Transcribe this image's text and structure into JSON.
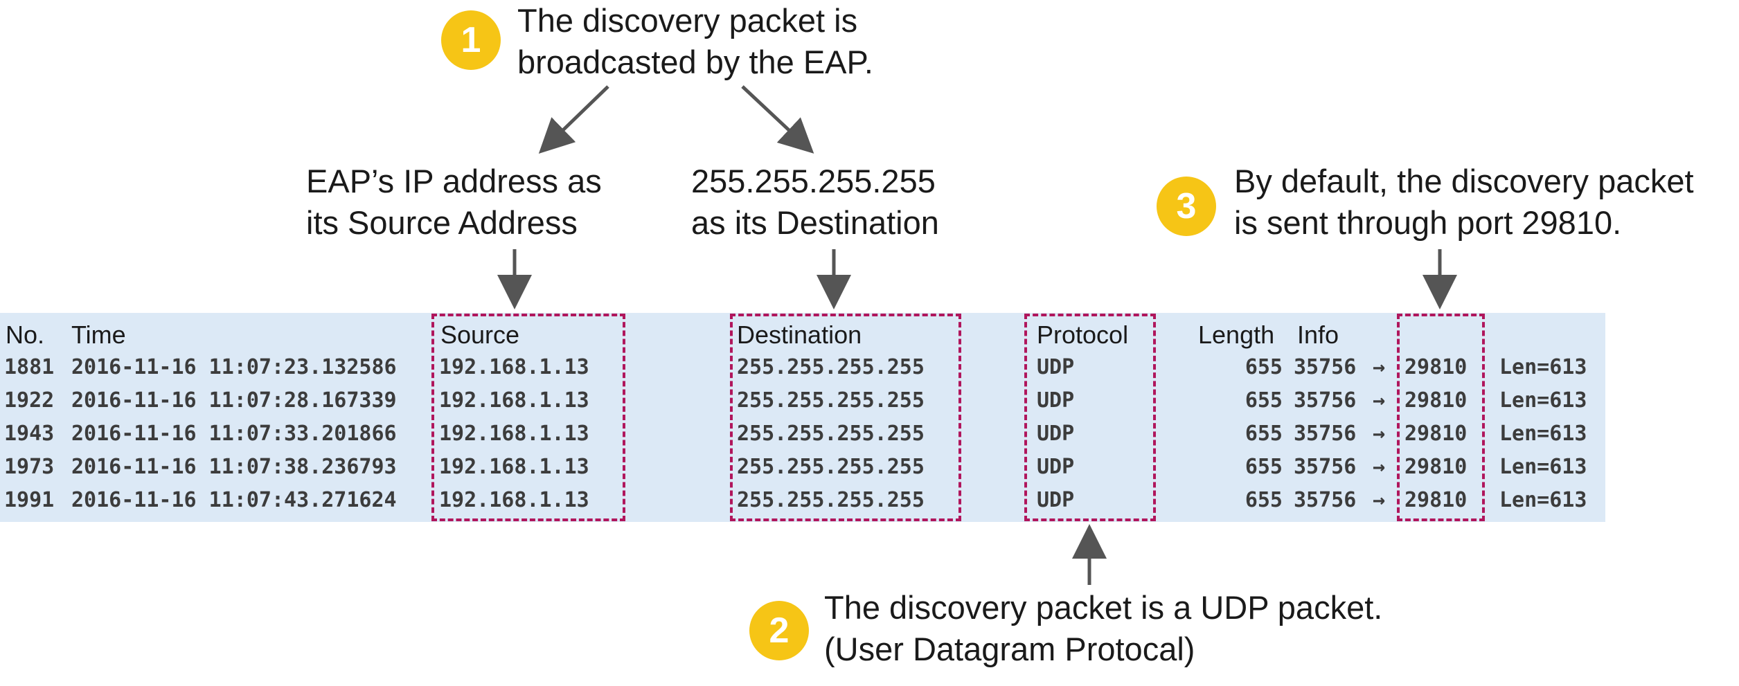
{
  "callouts": {
    "step1": {
      "number": "1",
      "line1": "The discovery packet is",
      "line2": "broadcasted by the EAP."
    },
    "source_note": {
      "line1": "EAP’s IP address as",
      "line2": "its Source Address"
    },
    "dest_note": {
      "line1": "255.255.255.255",
      "line2": "as its Destination"
    },
    "step3": {
      "number": "3",
      "line1": "By default, the discovery packet",
      "line2": "is sent through port 29810."
    },
    "step2": {
      "number": "2",
      "line1": "The discovery packet is a UDP packet.",
      "line2": "(User Datagram Protocal)"
    }
  },
  "table": {
    "headers": {
      "no": "No.",
      "time": "Time",
      "source": "Source",
      "destination": "Destination",
      "protocol": "Protocol",
      "length": "Length",
      "info": "Info"
    },
    "rows": [
      {
        "no": "1881",
        "time": "2016-11-16 11:07:23.132586",
        "source": "192.168.1.13",
        "destination": "255.255.255.255",
        "protocol": "UDP",
        "length": "655",
        "src_port": "35756",
        "arrow": "→",
        "dst_port": "29810",
        "len": "Len=613"
      },
      {
        "no": "1922",
        "time": "2016-11-16 11:07:28.167339",
        "source": "192.168.1.13",
        "destination": "255.255.255.255",
        "protocol": "UDP",
        "length": "655",
        "src_port": "35756",
        "arrow": "→",
        "dst_port": "29810",
        "len": "Len=613"
      },
      {
        "no": "1943",
        "time": "2016-11-16 11:07:33.201866",
        "source": "192.168.1.13",
        "destination": "255.255.255.255",
        "protocol": "UDP",
        "length": "655",
        "src_port": "35756",
        "arrow": "→",
        "dst_port": "29810",
        "len": "Len=613"
      },
      {
        "no": "1973",
        "time": "2016-11-16 11:07:38.236793",
        "source": "192.168.1.13",
        "destination": "255.255.255.255",
        "protocol": "UDP",
        "length": "655",
        "src_port": "35756",
        "arrow": "→",
        "dst_port": "29810",
        "len": "Len=613"
      },
      {
        "no": "1991",
        "time": "2016-11-16 11:07:43.271624",
        "source": "192.168.1.13",
        "destination": "255.255.255.255",
        "protocol": "UDP",
        "length": "655",
        "src_port": "35756",
        "arrow": "→",
        "dst_port": "29810",
        "len": "Len=613"
      }
    ]
  },
  "colors": {
    "badge": "#f6c516",
    "highlight": "#b0165c",
    "table_bg": "#dce9f6",
    "arrow": "#555555"
  }
}
